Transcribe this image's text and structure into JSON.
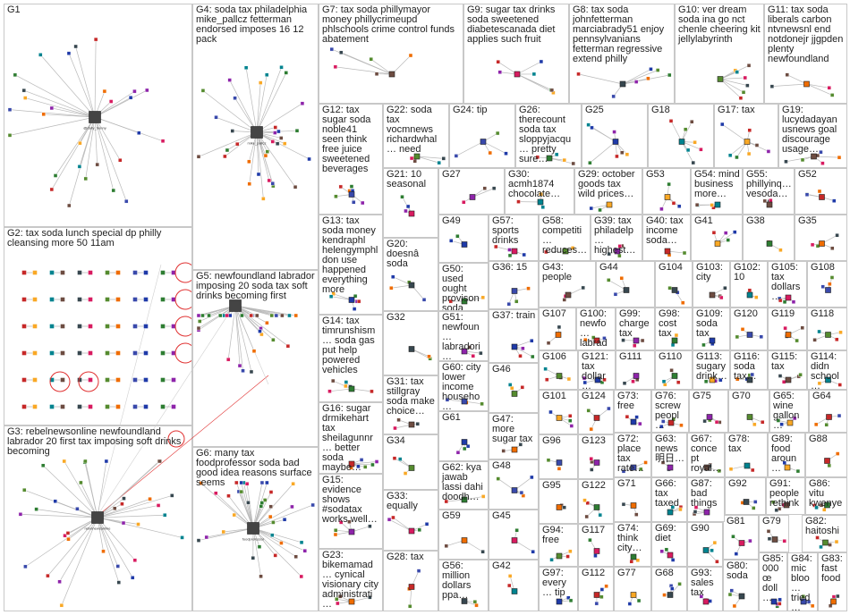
{
  "colors": {
    "border": "#c8c8c8",
    "edge": "#b9b9b9",
    "reciprocal_edge": "#e03030",
    "node_palette": [
      "#1f3aa8",
      "#2e7d32",
      "#8e24aa",
      "#c62828",
      "#f9a825",
      "#00838f",
      "#6d4c41",
      "#37474f",
      "#d81b60",
      "#558b2f",
      "#ef6c00",
      "#3949ab"
    ]
  },
  "groups": [
    {
      "id": "G1",
      "label": "G1",
      "hub": "@daily_bunny"
    },
    {
      "id": "G2",
      "label": "G2: tax soda lunch special dp philly cleansing more 50 11am"
    },
    {
      "id": "G3",
      "label": "G3: rebelnewsonline newfoundland labrador 20 first tax imposing soft drinks becoming",
      "hub": "rebelnewsonline"
    },
    {
      "id": "G4",
      "label": "G4: soda tax philadelphia mike_pallcz fetterman endorsed imposes 16 12 pack",
      "hub": "mike_pallcz"
    },
    {
      "id": "G5",
      "label": "G5: newfoundland labrador imposing 20 soda tax soft drinks becoming first"
    },
    {
      "id": "G6",
      "label": "G6: many tax foodprofessor soda bad good idea reasons surface seems",
      "hub": "foodprofessor"
    },
    {
      "id": "G7",
      "label": "G7: tax soda phillymayor money phillycrimeupd phlschools crime control funds abatement"
    },
    {
      "id": "G8",
      "label": "G8: tax soda johnfetterman marciabrady51 enjoy pennsylvanians fetterman regressive extend philly"
    },
    {
      "id": "G9",
      "label": "G9: sugar tax drinks soda sweetened diabetescanada diet applies such fruit"
    },
    {
      "id": "G10",
      "label": "G10: ver dream soda ina go nct chenle cheering kit jellylabyrinth"
    },
    {
      "id": "G11",
      "label": "G11: tax soda liberals carbon ntvnewsnl end notdonejr jjgpden plenty newfoundland"
    },
    {
      "id": "G12",
      "label": "G12: tax sugar soda noble41 seen think free juice sweetened beverages"
    },
    {
      "id": "G13",
      "label": "G13: tax soda money kendraphl helengymphl don use happened everything more"
    },
    {
      "id": "G14",
      "label": "G14: tax timrunshism… soda gas put help powered vehicles"
    },
    {
      "id": "G15",
      "label": "G15: evidence shows #sodatax works well…"
    },
    {
      "id": "G16",
      "label": "G16: sugar drmikehart tax sheilagunnr… better soda maybe…"
    },
    {
      "id": "G17",
      "label": "G17: tax"
    },
    {
      "id": "G18",
      "label": "G18"
    },
    {
      "id": "G19",
      "label": "G19: lucydadayan usnews goal discourage usage…"
    },
    {
      "id": "G20",
      "label": "G20: doesnâ soda"
    },
    {
      "id": "G21",
      "label": "G21: 10 seasonal"
    },
    {
      "id": "G22",
      "label": "G22: soda tax vocmnews richardwhal… need"
    },
    {
      "id": "G23",
      "label": "G23: bikemamad… cynical visionary city administrati…"
    },
    {
      "id": "G24",
      "label": "G24: tip"
    },
    {
      "id": "G25",
      "label": "G25"
    },
    {
      "id": "G26",
      "label": "G26: therecount soda tax sloppyjacqu… pretty sure…"
    },
    {
      "id": "G27",
      "label": "G27"
    },
    {
      "id": "G28",
      "label": "G28: tax"
    },
    {
      "id": "G29",
      "label": "G29: october goods tax wild prices…"
    },
    {
      "id": "G30",
      "label": "G30: acmh1874 chocolate…"
    },
    {
      "id": "G31",
      "label": "G31: tax stillgray soda make choice…"
    },
    {
      "id": "G32",
      "label": "G32"
    },
    {
      "id": "G33",
      "label": "G33: equally"
    },
    {
      "id": "G34",
      "label": "G34"
    },
    {
      "id": "G35",
      "label": "G35"
    },
    {
      "id": "G36",
      "label": "G36: 15"
    },
    {
      "id": "G37",
      "label": "G37: train"
    },
    {
      "id": "G38",
      "label": "G38"
    },
    {
      "id": "G39",
      "label": "G39: tax philadelp… highest…"
    },
    {
      "id": "G40",
      "label": "G40: tax income soda…"
    },
    {
      "id": "G41",
      "label": "G41"
    },
    {
      "id": "G42",
      "label": "G42"
    },
    {
      "id": "G43",
      "label": "G43: people"
    },
    {
      "id": "G44",
      "label": "G44"
    },
    {
      "id": "G45",
      "label": "G45"
    },
    {
      "id": "G46",
      "label": "G46"
    },
    {
      "id": "G47",
      "label": "G47: more sugar tax"
    },
    {
      "id": "G48",
      "label": "G48"
    },
    {
      "id": "G49",
      "label": "G49"
    },
    {
      "id": "G50",
      "label": "G50: used ought provison soda tax…"
    },
    {
      "id": "G51",
      "label": "G51: newfoun… labradori…"
    },
    {
      "id": "G52",
      "label": "G52"
    },
    {
      "id": "G53",
      "label": "G53"
    },
    {
      "id": "G54",
      "label": "G54: mind business more…"
    },
    {
      "id": "G55",
      "label": "G55: phillyinq… vesoda…"
    },
    {
      "id": "G56",
      "label": "G56: million dollars ppa…"
    },
    {
      "id": "G57",
      "label": "G57: sports drinks"
    },
    {
      "id": "G58",
      "label": "G58: competiti… reduces…"
    },
    {
      "id": "G59",
      "label": "G59"
    },
    {
      "id": "G60",
      "label": "G60: city lower income househo…"
    },
    {
      "id": "G61",
      "label": "G61"
    },
    {
      "id": "G62",
      "label": "G62: kya jawab lassi dahi doodh…"
    },
    {
      "id": "G63",
      "label": "G63: news 明日…"
    },
    {
      "id": "G64",
      "label": "G64"
    },
    {
      "id": "G65",
      "label": "G65: wine gallon…"
    },
    {
      "id": "G66",
      "label": "G66: tax taxed"
    },
    {
      "id": "G67",
      "label": "G67: concept royal…"
    },
    {
      "id": "G68",
      "label": "G68"
    },
    {
      "id": "G69",
      "label": "G69: diet"
    },
    {
      "id": "G70",
      "label": "G70"
    },
    {
      "id": "G71",
      "label": "G71"
    },
    {
      "id": "G72",
      "label": "G72: place tax rate…"
    },
    {
      "id": "G73",
      "label": "G73: free"
    },
    {
      "id": "G74",
      "label": "G74: think city…"
    },
    {
      "id": "G75",
      "label": "G75"
    },
    {
      "id": "G76",
      "label": "G76: screw peopl…"
    },
    {
      "id": "G77",
      "label": "G77"
    },
    {
      "id": "G78",
      "label": "G78: tax"
    },
    {
      "id": "G79",
      "label": "G79"
    },
    {
      "id": "G80",
      "label": "G80: soda"
    },
    {
      "id": "G81",
      "label": "G81"
    },
    {
      "id": "G82",
      "label": "G82: haitoshi"
    },
    {
      "id": "G83",
      "label": "G83: fast food"
    },
    {
      "id": "G84",
      "label": "G84: mic bloo… tried…"
    },
    {
      "id": "G85",
      "label": "G85: 000 œ doll…"
    },
    {
      "id": "G86",
      "label": "G86: vitu kwenye"
    },
    {
      "id": "G87",
      "label": "G87: bad things"
    },
    {
      "id": "G88",
      "label": "G88"
    },
    {
      "id": "G89",
      "label": "G89: food aroun…"
    },
    {
      "id": "G90",
      "label": "G90"
    },
    {
      "id": "G91",
      "label": "G91: people rethink…"
    },
    {
      "id": "G92",
      "label": "G92"
    },
    {
      "id": "G93",
      "label": "G93: sales tax"
    },
    {
      "id": "G94",
      "label": "G94: free"
    },
    {
      "id": "G95",
      "label": "G95"
    },
    {
      "id": "G96",
      "label": "G96"
    },
    {
      "id": "G97",
      "label": "G97: every… tip"
    },
    {
      "id": "G98",
      "label": "G98: cost tax"
    },
    {
      "id": "G99",
      "label": "G99: charge tax"
    },
    {
      "id": "G100",
      "label": "G100: newfo… labrad…"
    },
    {
      "id": "G101",
      "label": "G101"
    },
    {
      "id": "G102",
      "label": "G102: 10"
    },
    {
      "id": "G103",
      "label": "G103: city"
    },
    {
      "id": "G104",
      "label": "G104"
    },
    {
      "id": "G105",
      "label": "G105: tax dollars…"
    },
    {
      "id": "G106",
      "label": "G106"
    },
    {
      "id": "G107",
      "label": "G107"
    },
    {
      "id": "G108",
      "label": "G108"
    },
    {
      "id": "G109",
      "label": "G109: soda tax"
    },
    {
      "id": "G110",
      "label": "G110"
    },
    {
      "id": "G111",
      "label": "G111"
    },
    {
      "id": "G112",
      "label": "G112"
    },
    {
      "id": "G113",
      "label": "G113: sugary drink…"
    },
    {
      "id": "G114",
      "label": "G114: didn school…"
    },
    {
      "id": "G115",
      "label": "G115: tax"
    },
    {
      "id": "G116",
      "label": "G116: soda tax…"
    },
    {
      "id": "G117",
      "label": "G117"
    },
    {
      "id": "G118",
      "label": "G118"
    },
    {
      "id": "G119",
      "label": "G119"
    },
    {
      "id": "G120",
      "label": "G120"
    },
    {
      "id": "G121",
      "label": "G121: tax dollar…"
    },
    {
      "id": "G122",
      "label": "G122"
    },
    {
      "id": "G123",
      "label": "G123"
    },
    {
      "id": "G124",
      "label": "G124"
    }
  ]
}
